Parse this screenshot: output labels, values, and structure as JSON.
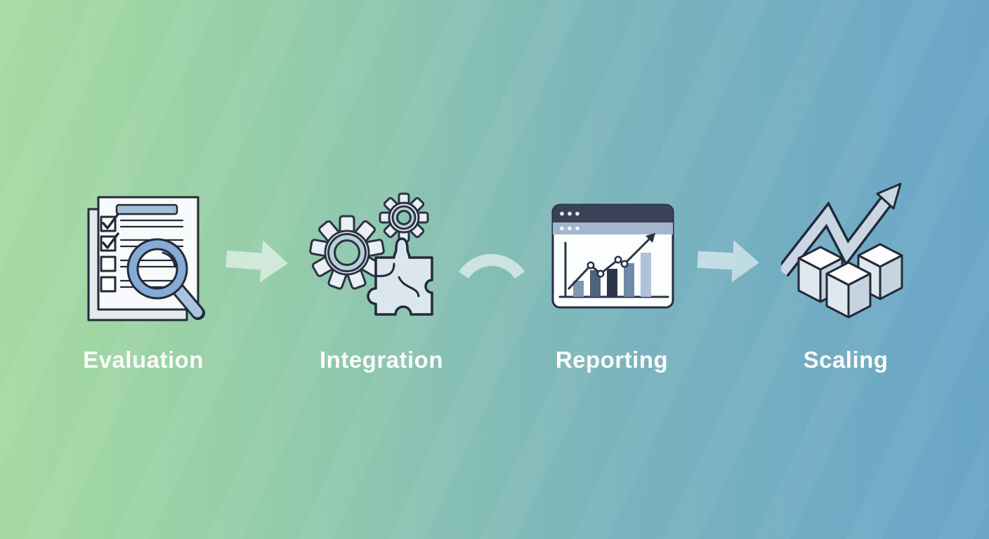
{
  "diagram": {
    "stages": [
      {
        "label": "Evaluation",
        "icon": "checklist-magnifier-icon"
      },
      {
        "label": "Integration",
        "icon": "gears-puzzle-icon"
      },
      {
        "label": "Reporting",
        "icon": "analytics-window-icon"
      },
      {
        "label": "Scaling",
        "icon": "cubes-growth-arrow-icon"
      }
    ],
    "connectors": [
      {
        "type": "straight-arrow",
        "icon": "arrow-right-icon"
      },
      {
        "type": "arc",
        "icon": "arc-connector-icon"
      },
      {
        "type": "straight-arrow",
        "icon": "arrow-right-icon"
      }
    ],
    "colors": {
      "background_gradient_left": "#a8daa1",
      "background_gradient_mid": "#7bb4bd",
      "background_gradient_right": "#69a5c8",
      "label_text": "#fbfdfb",
      "outline_dark": "#2a3244",
      "icon_fill_light": "#e9eff4",
      "accent_blue": "#85abd6",
      "handle_blue": "#a9c4e0",
      "gear_ring_teal": "#b9d0d6",
      "puzzle_fill": "#dce6ee",
      "window_bar_dark": "#3a4257",
      "window_bar_light": "#a3b6cd",
      "chart_bar_colors": [
        "#7f97b1",
        "#4e627c",
        "#2c3548",
        "#7089a7",
        "#aec3d8"
      ],
      "cube_top": "#fefefe",
      "cube_left": "#dfe7ef",
      "cube_right": "#c6d3e1",
      "connector_fill": "rgba(255,255,255,0.55)"
    }
  }
}
